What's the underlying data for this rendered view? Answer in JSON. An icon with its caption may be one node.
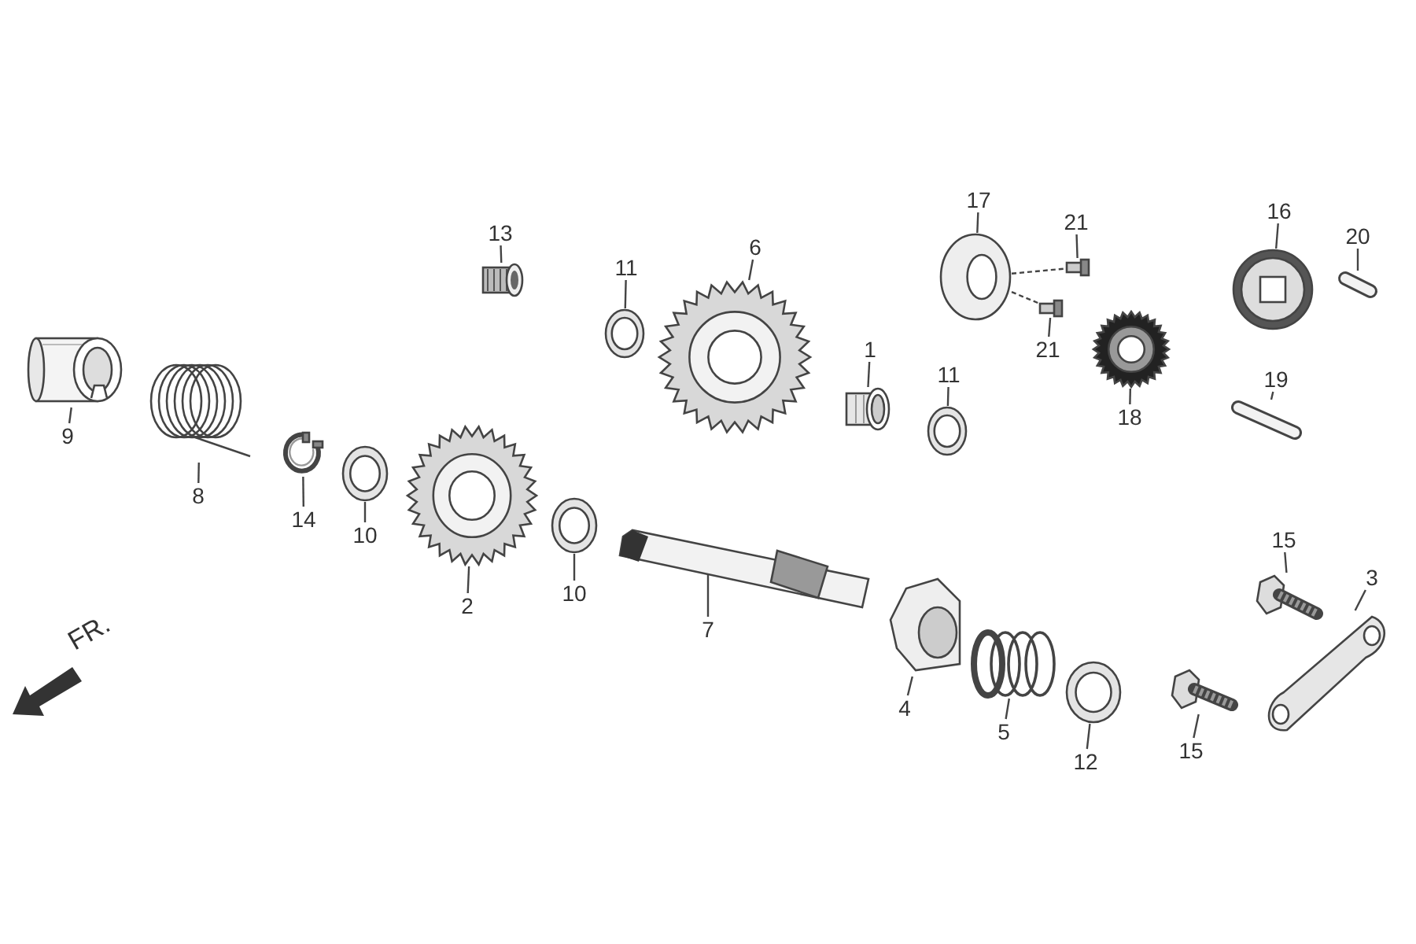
{
  "diagram": {
    "nodes": [
      {
        "text": [
          "13"
        ]
      },
      {
        "text": [],
        "shape": "picture"
      },
      {
        "text": [
          "6"
        ]
      },
      {
        "text": [],
        "shape": "picture"
      },
      {
        "text": [
          "11"
        ]
      },
      {
        "text": [],
        "shape": "picture"
      },
      {
        "text": [
          "17"
        ]
      },
      {
        "text": [],
        "shape": "picture"
      },
      {
        "text": [
          "21"
        ]
      },
      {
        "text": [],
        "shape": "picture"
      },
      {
        "text": [
          "16"
        ]
      },
      {
        "text": [],
        "shape": "picture"
      },
      {
        "text": [
          "20"
        ]
      },
      {
        "text": [],
        "shape": "picture"
      },
      {
        "text": [
          "1"
        ]
      },
      {
        "text": [],
        "shape": "picture"
      },
      {
        "text": [
          "11"
        ]
      },
      {
        "text": [],
        "shape": "picture"
      },
      {
        "text": [
          "21"
        ]
      },
      {
        "text": [],
        "shape": "picture"
      },
      {
        "text": [
          "18"
        ]
      },
      {
        "text": [],
        "shape": "picture"
      },
      {
        "text": [
          "19"
        ]
      },
      {
        "text": [],
        "shape": "picture"
      },
      {
        "text": [
          "9"
        ]
      },
      {
        "text": [],
        "shape": "picture"
      },
      {
        "text": [
          "8"
        ]
      },
      {
        "text": [],
        "shape": "picture"
      },
      {
        "text": [
          "14"
        ]
      },
      {
        "text": [],
        "shape": "picture"
      },
      {
        "text": [
          "10"
        ]
      },
      {
        "text": [],
        "shape": "picture"
      },
      {
        "text": [
          "2"
        ]
      },
      {
        "text": [],
        "shape": "picture"
      },
      {
        "text": [
          "10"
        ]
      },
      {
        "text": [],
        "shape": "picture"
      },
      {
        "text": [
          "15"
        ]
      },
      {
        "text": [],
        "shape": "picture"
      },
      {
        "text": [
          "3"
        ]
      },
      {
        "text": [],
        "shape": "picture"
      },
      {
        "text": [
          "7"
        ]
      },
      {
        "text": [],
        "shape": "picture"
      },
      {
        "text": [
          "4"
        ]
      },
      {
        "text": [],
        "shape": "picture"
      },
      {
        "text": [
          "5"
        ]
      },
      {
        "text": [],
        "shape": "picture"
      },
      {
        "text": [
          "12"
        ]
      },
      {
        "text": [],
        "shape": "picture"
      },
      {
        "text": [
          "15"
        ]
      },
      {
        "text": [],
        "shape": "picture"
      }
    ],
    "edges": [
      {
        "from": 0,
        "to": 1,
        "arrow": "none"
      },
      {
        "from": 2,
        "to": 3,
        "arrow": "none"
      },
      {
        "from": 4,
        "to": 5,
        "arrow": "none"
      },
      {
        "from": 6,
        "to": 7,
        "arrow": "none"
      },
      {
        "from": 8,
        "to": 9,
        "arrow": "none"
      },
      {
        "from": 10,
        "to": 11,
        "arrow": "none"
      },
      {
        "from": 12,
        "to": 13,
        "arrow": "none"
      },
      {
        "from": 14,
        "to": 15,
        "arrow": "none"
      },
      {
        "from": 16,
        "to": 17,
        "arrow": "none"
      },
      {
        "from": 18,
        "to": 19,
        "arrow": "none"
      },
      {
        "from": 20,
        "to": 21,
        "arrow": "none"
      },
      {
        "from": 22,
        "to": 23,
        "arrow": "none"
      },
      {
        "from": 24,
        "to": 25,
        "arrow": "none"
      },
      {
        "from": 26,
        "to": 27,
        "arrow": "none"
      },
      {
        "from": 28,
        "to": 29,
        "arrow": "none"
      },
      {
        "from": 30,
        "to": 31,
        "arrow": "none"
      },
      {
        "from": 32,
        "to": 33,
        "arrow": "none"
      },
      {
        "from": 34,
        "to": 35,
        "arrow": "none"
      },
      {
        "from": 36,
        "to": 37,
        "arrow": "none"
      },
      {
        "from": 38,
        "to": 39,
        "arrow": "none"
      },
      {
        "from": 40,
        "to": 41,
        "arrow": "none"
      },
      {
        "from": 42,
        "to": 43,
        "arrow": "none"
      },
      {
        "from": 44,
        "to": 45,
        "arrow": "none"
      },
      {
        "from": 46,
        "to": 47,
        "arrow": "none"
      },
      {
        "from": 48,
        "to": 49,
        "arrow": "none"
      },
      {
        "from": 7,
        "to": 9,
        "arrow": "none",
        "style": "dashed"
      },
      {
        "from": 7,
        "to": 19,
        "arrow": "none",
        "style": "dashed"
      }
    ],
    "labels": [
      "FR."
    ]
  }
}
